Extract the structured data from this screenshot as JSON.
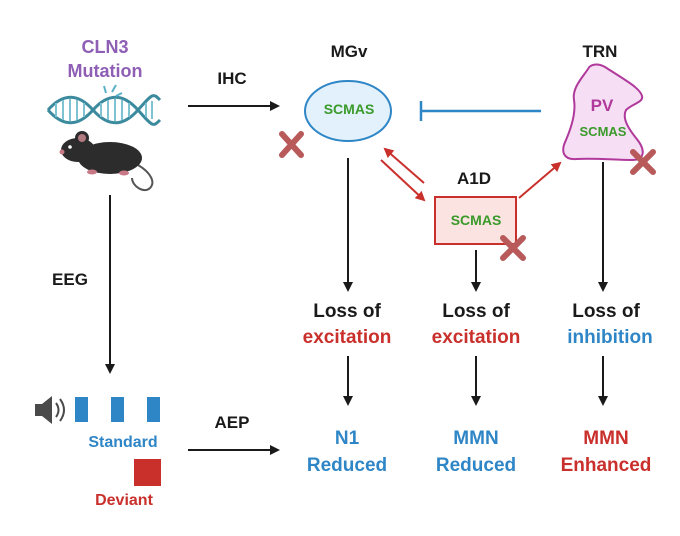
{
  "left": {
    "mutation_line1": "CLN3",
    "mutation_line2": "Mutation",
    "method_top": "IHC",
    "method_side": "EEG",
    "method_bottom": "AEP",
    "standard_label": "Standard",
    "deviant_label": "Deviant"
  },
  "regions": {
    "mgv": {
      "title": "MGv",
      "cell": "SCMAS"
    },
    "a1d": {
      "title": "A1D",
      "cell": "SCMAS"
    },
    "trn": {
      "title": "TRN",
      "cell_top": "PV",
      "cell_bottom": "SCMAS"
    }
  },
  "effects": [
    {
      "line1": "Loss of",
      "line2": "excitation"
    },
    {
      "line1": "Loss of",
      "line2": "excitation"
    },
    {
      "line1": "Loss of",
      "line2": "inhibition"
    }
  ],
  "outcomes": [
    {
      "line1": "N1",
      "line2": "Reduced"
    },
    {
      "line1": "MMN",
      "line2": "Reduced"
    },
    {
      "line1": "MMN",
      "line2": "Enhanced"
    }
  ],
  "icons": [
    "dna-icon",
    "mouse-icon",
    "speaker-icon",
    "x-mark-icon"
  ],
  "colors": {
    "purple": "#8e5fb5",
    "green": "#3a9a2a",
    "red": "#c9302c",
    "blue": "#2f86c6",
    "pv_magenta": "#b0399b",
    "cross": "#b85a5a"
  }
}
